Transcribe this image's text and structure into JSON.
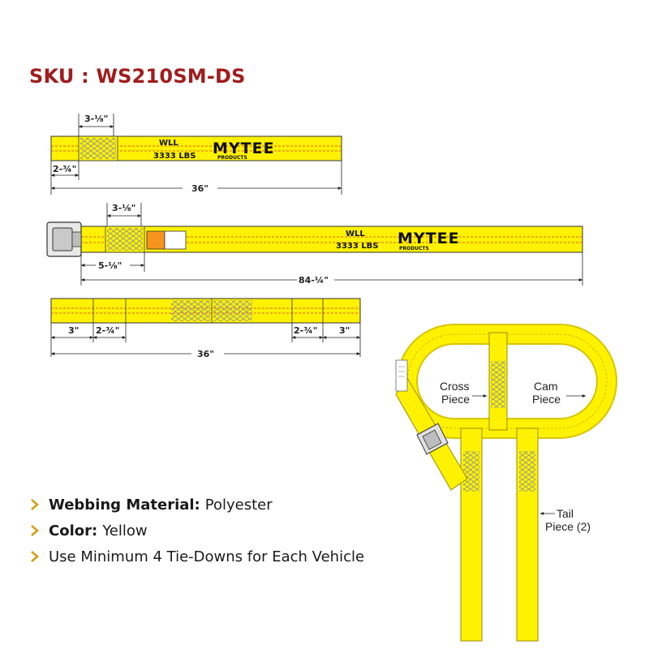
{
  "sku": "SKU : WS210SM-DS",
  "colors": {
    "sku_red": "#a01d1d",
    "webbing_yellow": "#fff200",
    "stitch_red": "#d9342b",
    "bullet_gold": "#d4a017",
    "tag_orange": "#f7941d"
  },
  "strap1": {
    "wll": "WLL",
    "wll_value": "3333 LBS",
    "brand": "MYTEE",
    "brand_sub": "PRODUCTS",
    "dim_stitch": "3-⅛\"",
    "dim_offset": "2-¾\"",
    "dim_length": "36\""
  },
  "strap2": {
    "wll": "WLL",
    "wll_value": "3333 LBS",
    "brand": "MYTEE",
    "brand_sub": "PRODUCTS",
    "dim_stitch": "3-⅛\"",
    "dim_offset": "5-⅛\"",
    "dim_length": "84-¼\""
  },
  "strap3": {
    "dim_left_end": "3\"",
    "dim_left_gap": "2-¾\"",
    "dim_right_gap": "2-¾\"",
    "dim_right_end": "3\"",
    "dim_length": "36\""
  },
  "assembly": {
    "cross_label_1": "Cross",
    "cross_label_2": "Piece",
    "cam_label_1": "Cam",
    "cam_label_2": "Piece",
    "tail_label_1": "Tail",
    "tail_label_2": "Piece (2)"
  },
  "features": [
    {
      "label": "Webbing Material:",
      "value": "Polyester",
      "icon": "chevron-right-icon"
    },
    {
      "label": "Color:",
      "value": "Yellow",
      "icon": "chevron-right-icon"
    },
    {
      "label": "",
      "value": "Use Minimum 4 Tie-Downs for Each Vehicle",
      "icon": "chevron-right-icon"
    }
  ]
}
